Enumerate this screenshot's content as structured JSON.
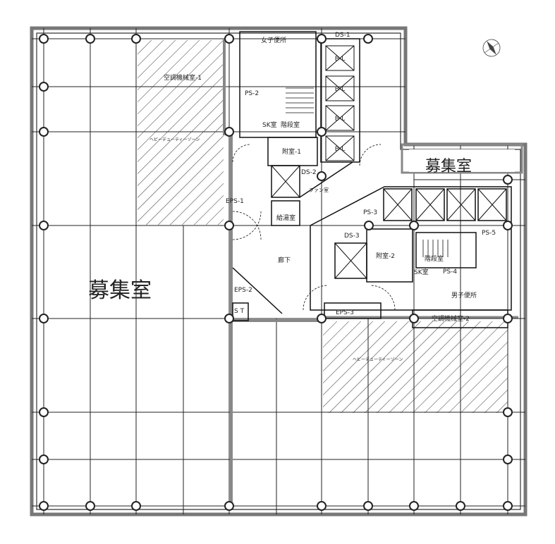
{
  "plan": {
    "vacant_large": "募集室",
    "vacant_small": "募集室",
    "heavy_duty_1": "ヘビーデューティーゾーン",
    "heavy_duty_2": "ヘビーデューティーゾーン",
    "rooms": {
      "womens_toilet": "女子便所",
      "ac_room_1": "空調機械室-1",
      "ac_room_2": "空調機械室-2",
      "ps2": "PS-2",
      "ps3": "PS-3",
      "ps4": "PS-4",
      "ps5": "PS-5",
      "sk1": "SK室",
      "sk2": "SK室",
      "stair1": "階段室",
      "stair2": "階段室",
      "anteroom1": "附室-1",
      "anteroom2": "附室-2",
      "ds1": "DS-1",
      "ds2": "DS-2",
      "ds3": "DS-3",
      "eps1": "EPS-1",
      "eps2": "EPS-2",
      "eps3": "EPS-3",
      "kitchenette": "給湯室",
      "fan_room": "ファン室",
      "corridor": "廊下",
      "mens_toilet": "男子便所",
      "st": "S T",
      "elev": "B-L"
    },
    "compass": "N"
  }
}
